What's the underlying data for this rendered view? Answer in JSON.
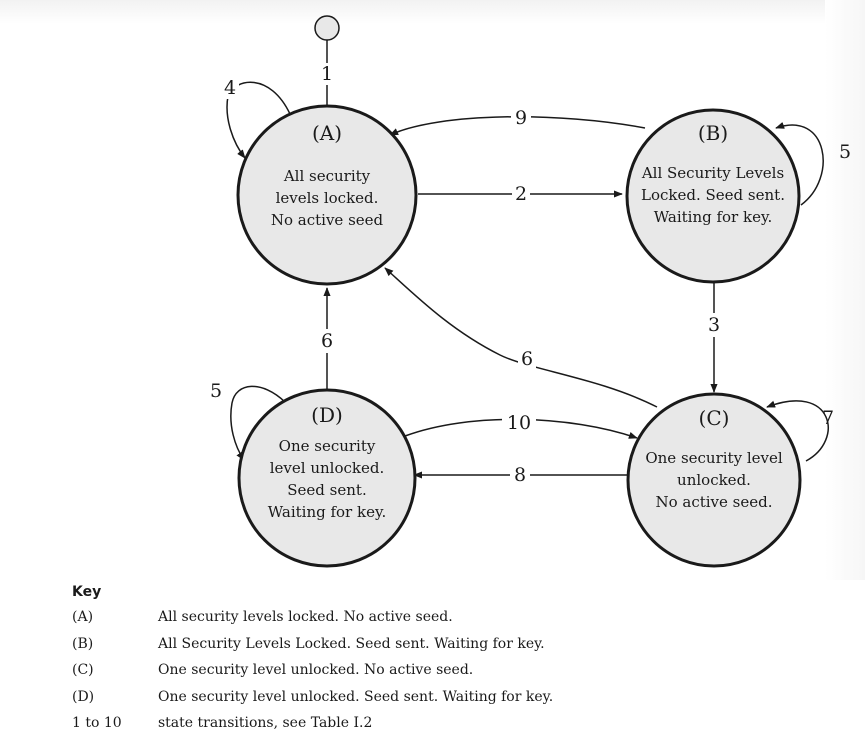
{
  "diagram": {
    "states": {
      "A": {
        "id": "(A)",
        "lines": [
          "All security",
          "levels locked.",
          "No active seed"
        ]
      },
      "B": {
        "id": "(B)",
        "lines": [
          "All Security Levels",
          "Locked. Seed sent.",
          "Waiting for key."
        ]
      },
      "C": {
        "id": "(C)",
        "lines": [
          "One security level",
          "unlocked.",
          "No active seed."
        ]
      },
      "D": {
        "id": "(D)",
        "lines": [
          "One security",
          "level unlocked.",
          "Seed sent.",
          "Waiting for key."
        ]
      }
    },
    "transitions": {
      "t1": {
        "label": "1",
        "from": "start",
        "to": "A"
      },
      "t2": {
        "label": "2",
        "from": "A",
        "to": "B"
      },
      "t3": {
        "label": "3",
        "from": "B",
        "to": "C"
      },
      "t4": {
        "label": "4",
        "from": "A",
        "to": "A"
      },
      "t5b": {
        "label": "5",
        "from": "B",
        "to": "B"
      },
      "t5d": {
        "label": "5",
        "from": "D",
        "to": "D"
      },
      "t6d": {
        "label": "6",
        "from": "D",
        "to": "A"
      },
      "t6c": {
        "label": "6",
        "from": "C",
        "to": "A"
      },
      "t7": {
        "label": "7",
        "from": "C",
        "to": "C"
      },
      "t8": {
        "label": "8",
        "from": "C",
        "to": "D"
      },
      "t9": {
        "label": "9",
        "from": "B",
        "to": "A"
      },
      "t10": {
        "label": "10",
        "from": "D",
        "to": "C"
      }
    }
  },
  "key": {
    "title": "Key",
    "rows": [
      {
        "term": "(A)",
        "desc": "All security levels locked. No active seed."
      },
      {
        "term": "(B)",
        "desc": "All Security Levels Locked. Seed sent. Waiting for key."
      },
      {
        "term": "(C)",
        "desc": "One security level unlocked. No active seed."
      },
      {
        "term": "(D)",
        "desc": "One security level unlocked. Seed sent. Waiting for key."
      },
      {
        "term": "1 to 10",
        "desc": "state transitions, see Table I.2"
      }
    ]
  }
}
